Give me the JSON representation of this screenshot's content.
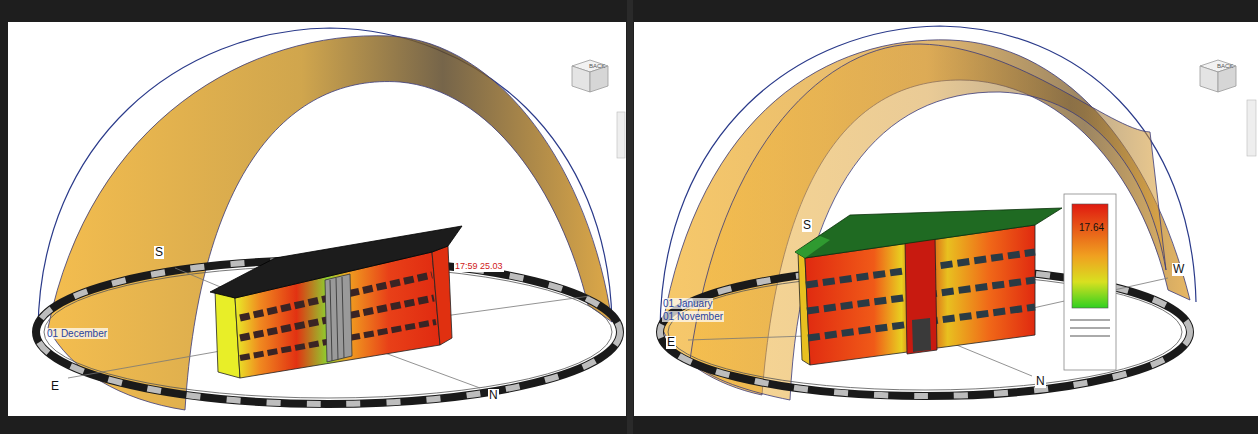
{
  "diagram": {
    "labels": [
      "S",
      "E",
      "N",
      "01 December",
      "17:59 25.03",
      "BACK",
      "S",
      "W",
      "E",
      "N",
      "01 January",
      "01 November",
      "17.64",
      "BACK"
    ]
  }
}
